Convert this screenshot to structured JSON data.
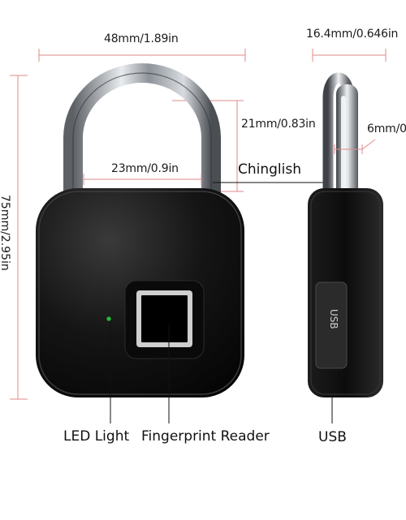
{
  "dimensions": {
    "width_label": "48mm/1.89in",
    "depth_label": "16.4mm/0.646in",
    "shackle_height_label": "21mm/0.83in",
    "shackle_inner_width_label": "23mm/0.9in",
    "shackle_thickness_label": "6mm/0",
    "overall_height_label": "75mm/2.95in"
  },
  "callouts": {
    "chinglish": "Chinglish",
    "led": "LED Light",
    "fingerprint": "Fingerprint Reader",
    "usb": "USB"
  },
  "port_label": "USB",
  "colors": {
    "dimension_line": "#e08a8a",
    "body": "#101010",
    "led": "#1fbf3a",
    "shackle": "#b8bcc2"
  }
}
